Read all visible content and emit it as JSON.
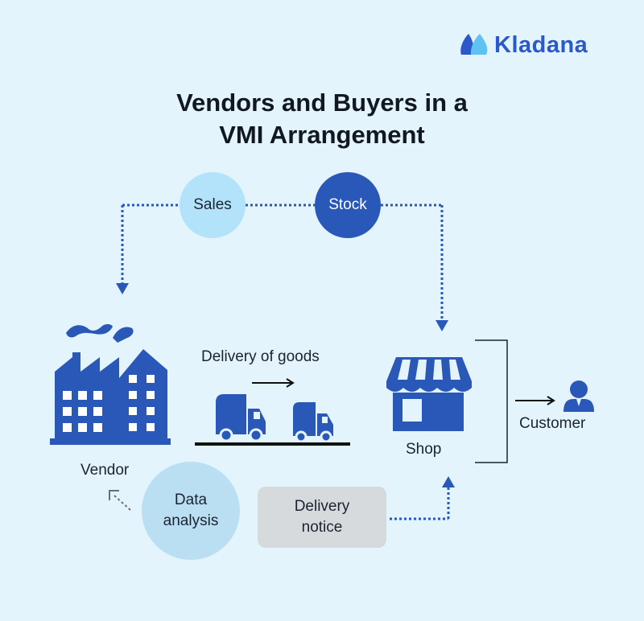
{
  "brand": {
    "name": "Kladana",
    "color": "#2c59c9"
  },
  "title": {
    "line1": "Vendors and Buyers in a",
    "line2": "VMI Arrangement"
  },
  "nodes": {
    "sales": "Sales",
    "stock": "Stock",
    "vendor": "Vendor",
    "delivery_of_goods": "Delivery of goods",
    "shop": "Shop",
    "customer": "Customer",
    "data_analysis": {
      "line1": "Data",
      "line2": "analysis"
    },
    "delivery_notice": {
      "line1": "Delivery",
      "line2": "notice"
    }
  },
  "icons": [
    "factory-icon",
    "truck-icon",
    "shop-icon",
    "customer-icon",
    "kladana-logo-icon"
  ],
  "colors": {
    "background": "#e3f4fd",
    "primary_blue": "#2a58b9",
    "light_blue": "#b3e2fb",
    "analysis_blue": "#bbdff2",
    "notice_grey": "#d6dadc"
  }
}
